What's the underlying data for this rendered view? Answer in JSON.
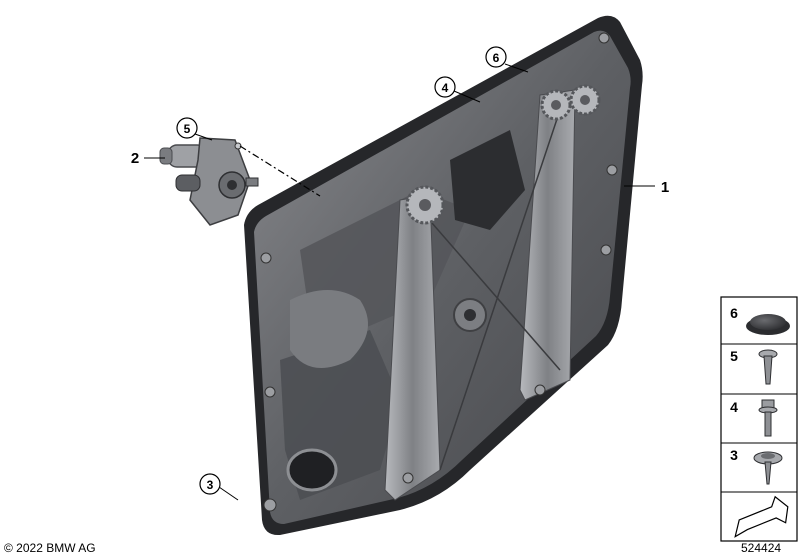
{
  "diagram": {
    "copyright": "© 2022 BMW AG",
    "diagram_id": "524424",
    "callouts": [
      {
        "id": "1",
        "label": "1"
      },
      {
        "id": "2",
        "label": "2"
      },
      {
        "id": "3",
        "label": "3"
      },
      {
        "id": "4",
        "label": "4"
      },
      {
        "id": "5",
        "label": "5"
      },
      {
        "id": "6",
        "label": "6"
      }
    ],
    "legend": [
      {
        "number": "6",
        "part": "cap-plug-icon"
      },
      {
        "number": "5",
        "part": "screw-icon"
      },
      {
        "number": "4",
        "part": "bolt-icon"
      },
      {
        "number": "3",
        "part": "flange-screw-icon"
      },
      {
        "number": "",
        "part": "arrow-icon"
      }
    ],
    "colors": {
      "panel": "#6d6e71",
      "panel_dark": "#3c3d40",
      "frame": "#1e1f22",
      "rail": "#9a9ca0",
      "line": "#000000"
    }
  }
}
